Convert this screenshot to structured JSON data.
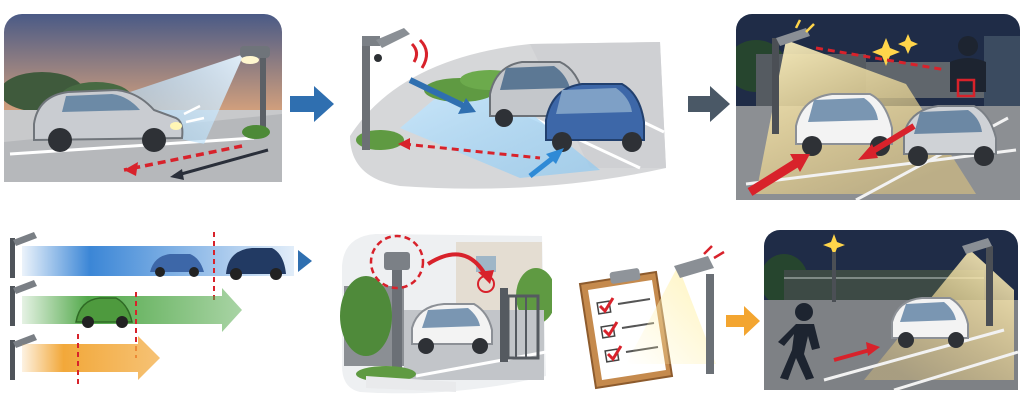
{
  "colors": {
    "step_arrow_blue": "#2f6fb0",
    "step_arrow_gray": "#4a5866",
    "step_arrow_orange": "#f3a530",
    "beam_blue": "#bfe0f7",
    "beam_yellow": "#ffe9a8",
    "path_red": "#d8222b",
    "night_sky": "#1f2c47",
    "dusk_sky": "#d5a07a",
    "bar_blue": "#3b86d6",
    "bar_green": "#53a94b",
    "bar_orange": "#f2a83a",
    "car_silver": "#c9ccd1",
    "car_blue": "#3d67a8",
    "car_navy": "#223a63",
    "car_white": "#f3f3f3",
    "car_green": "#4e9a3e"
  },
  "icons": [
    "motion-sensor-light-icon",
    "car-icon",
    "walking-person-icon",
    "intruder-silhouette-icon",
    "checklist-clipboard-icon",
    "security-camera-icon",
    "sparkle-icon"
  ],
  "panels": [
    "car-detected-at-dusk",
    "sensor-covers-parking-space",
    "intruder-light-triggered",
    "detection-range-bars",
    "camera-over-gate",
    "installation-checklist",
    "pedestrian-lit-at-night"
  ]
}
